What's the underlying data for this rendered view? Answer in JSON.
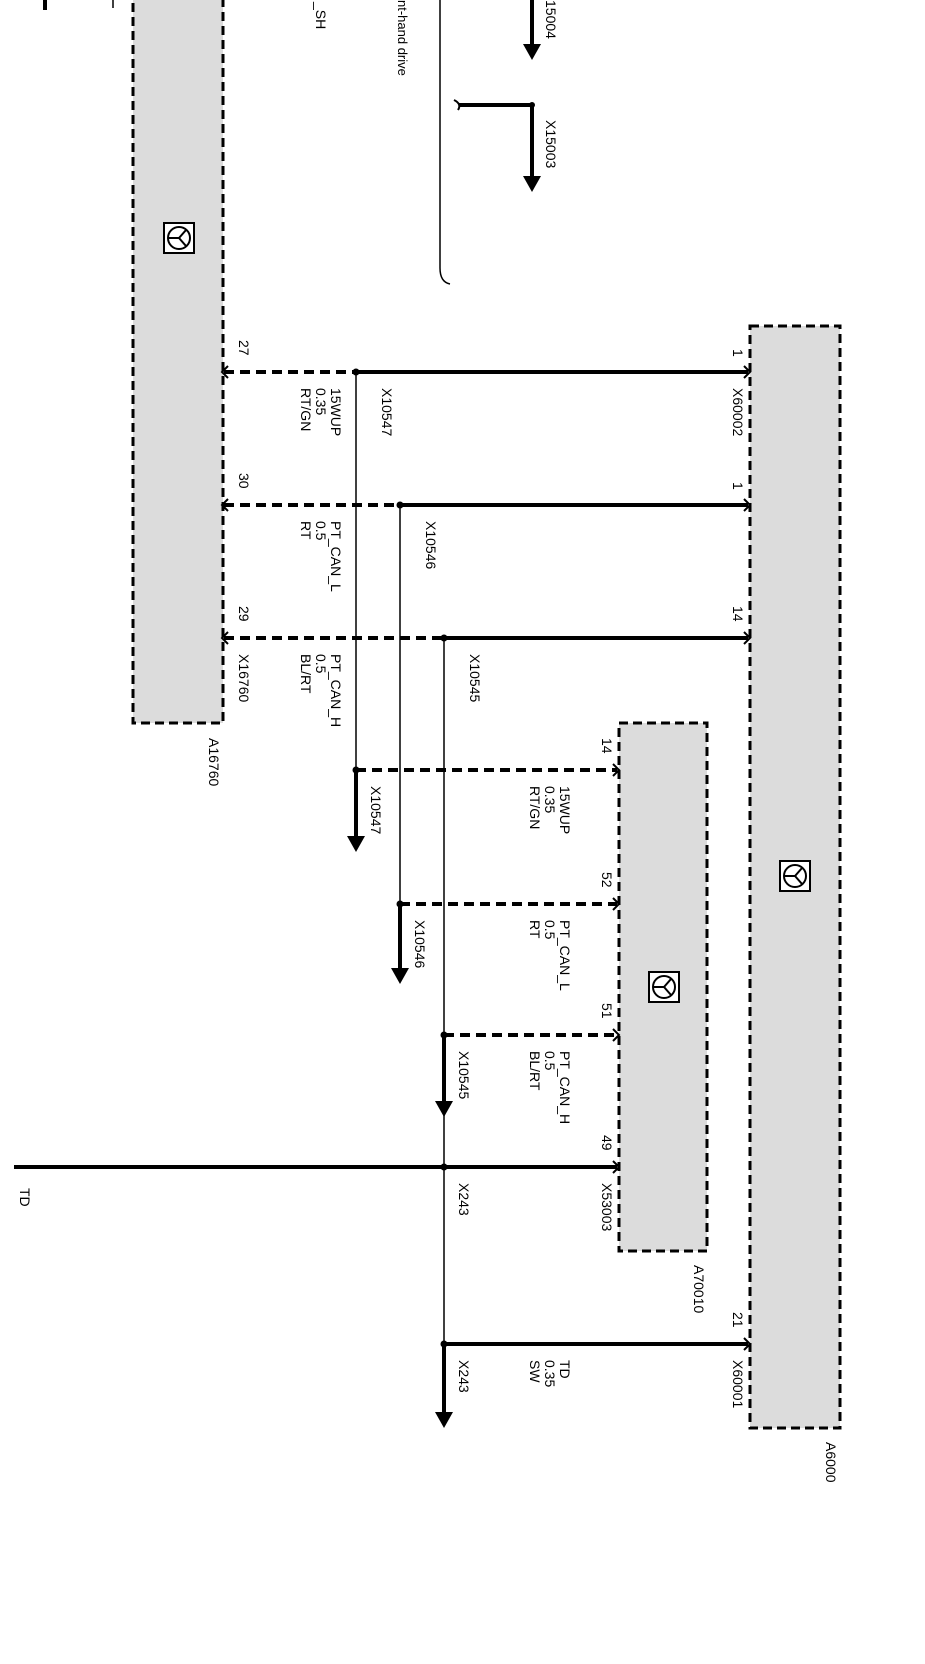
{
  "modules": [
    {
      "id": "A16760",
      "label": "A16760"
    },
    {
      "id": "A6000",
      "label": "A6000"
    },
    {
      "id": "A70010",
      "label": "A70010"
    }
  ],
  "connectors": {
    "a16760_main": "X16760",
    "a6000_first": "X60002",
    "a6000_second": "X60001",
    "a70010_main": "X53003"
  },
  "pins": {
    "a16760_27": "27",
    "a16760_30": "30",
    "a16760_29": "29",
    "a6000_1a": "1",
    "a6000_1b": "1",
    "a6000_14": "14",
    "a6000_21": "21",
    "a70010_14": "14",
    "a70010_52": "52",
    "a70010_51": "51",
    "a70010_49": "49"
  },
  "wires": {
    "w15wup_top": {
      "name": "15WUP",
      "gauge": "0.35",
      "color": "RT/GN"
    },
    "wcanl_top": {
      "name": "PT_CAN_L",
      "gauge": "0.5",
      "color": "RT"
    },
    "wcanh_top": {
      "name": "PT_CAN_H",
      "gauge": "0.5",
      "color": "BL/RT"
    },
    "w15wup_bot": {
      "name": "15WUP",
      "gauge": "0.35",
      "color": "RT/GN"
    },
    "wcanl_bot": {
      "name": "PT_CAN_L",
      "gauge": "0.5",
      "color": "RT"
    },
    "wcanh_bot": {
      "name": "PT_CAN_H",
      "gauge": "0.5",
      "color": "BL/RT"
    },
    "wtd": {
      "name": "TD",
      "gauge": "0.35",
      "color": "SW"
    }
  },
  "splices": {
    "x10547_a": "X10547",
    "x10546_a": "X10546",
    "x10545_a": "X10545",
    "x10547_b": "X10547",
    "x10546_b": "X10546",
    "x10545_b": "X10545",
    "x243_a": "X243",
    "x243_b": "X243",
    "x15004": "15004",
    "x15003": "X15003"
  },
  "fragments": {
    "top_sh": "_SH",
    "top_drive": "nt-hand drive",
    "bottom_td": "TD"
  },
  "colors": {
    "module_fill": "#dcdcdc",
    "line": "#000000",
    "page": "#ffffff"
  }
}
